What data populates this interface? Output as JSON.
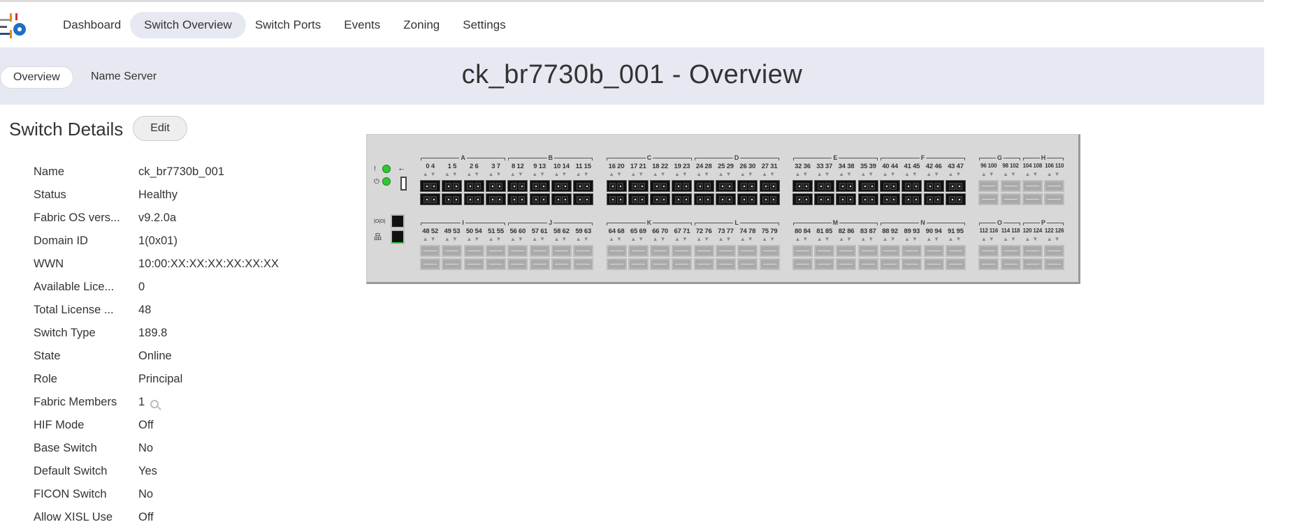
{
  "nav": {
    "items": [
      "Dashboard",
      "Switch Overview",
      "Switch Ports",
      "Events",
      "Zoning",
      "Settings"
    ],
    "active": 1
  },
  "subtabs": [
    "Overview",
    "Name Server"
  ],
  "page_title": "ck_br7730b_001 - Overview",
  "details": {
    "title": "Switch Details",
    "edit_label": "Edit",
    "rows": [
      [
        "Name",
        "ck_br7730b_001"
      ],
      [
        "Status",
        "Healthy"
      ],
      [
        "Fabric OS vers...",
        "v9.2.0a"
      ],
      [
        "Domain ID",
        "1(0x01)"
      ],
      [
        "WWN",
        "10:00:XX:XX:XX:XX:XX:XX"
      ],
      [
        "Available Lice...",
        "0"
      ],
      [
        "Total License ...",
        "48"
      ],
      [
        "Switch Type",
        "189.8"
      ],
      [
        "State",
        "Online"
      ],
      [
        "Role",
        "Principal"
      ],
      [
        "Fabric Members",
        "1"
      ],
      [
        "HIF Mode",
        "Off"
      ],
      [
        "Base Switch",
        "No"
      ],
      [
        "Default Switch",
        "Yes"
      ],
      [
        "FICON Switch",
        "No"
      ],
      [
        "Allow XISL Use",
        "Off"
      ]
    ]
  },
  "colors": {
    "band": "#e6e9f2",
    "led_green": "#35c435",
    "port_active": "#111111",
    "port_inactive": "#aaaaaa"
  },
  "panel": {
    "top": [
      [
        {
          "g": "A",
          "p": [
            "0 4",
            "1 5",
            "2 6",
            "3 7"
          ]
        },
        {
          "g": "B",
          "p": [
            "8 12",
            "9 13",
            "10 14",
            "11 15"
          ]
        }
      ],
      [
        {
          "g": "C",
          "p": [
            "16 20",
            "17 21",
            "18 22",
            "19 23"
          ]
        },
        {
          "g": "D",
          "p": [
            "24 28",
            "25 29",
            "26 30",
            "27 31"
          ]
        }
      ],
      [
        {
          "g": "E",
          "p": [
            "32 36",
            "33 37",
            "34 38",
            "35 39"
          ]
        },
        {
          "g": "F",
          "p": [
            "40 44",
            "41 45",
            "42 46",
            "43 47"
          ]
        }
      ],
      [
        {
          "g": "G",
          "p": [
            "96 100",
            "98 102"
          ],
          "off": true
        },
        {
          "g": "H",
          "p": [
            "104 108",
            "106 110"
          ],
          "off": true
        }
      ]
    ],
    "bottom": [
      [
        {
          "g": "I",
          "p": [
            "48 52",
            "49 53",
            "50 54",
            "51 55"
          ],
          "off": true
        },
        {
          "g": "J",
          "p": [
            "56 60",
            "57 61",
            "58 62",
            "59 63"
          ],
          "off": true
        }
      ],
      [
        {
          "g": "K",
          "p": [
            "64 68",
            "65 69",
            "66 70",
            "67 71"
          ],
          "off": true
        },
        {
          "g": "L",
          "p": [
            "72 76",
            "73 77",
            "74 78",
            "75 79"
          ],
          "off": true
        }
      ],
      [
        {
          "g": "M",
          "p": [
            "80 84",
            "81 85",
            "82 86",
            "83 87"
          ],
          "off": true
        },
        {
          "g": "N",
          "p": [
            "88 92",
            "89 93",
            "90 94",
            "91 95"
          ],
          "off": true
        }
      ],
      [
        {
          "g": "O",
          "p": [
            "112 116",
            "114 118"
          ],
          "off": true
        },
        {
          "g": "P",
          "p": [
            "120 124",
            "122 126"
          ],
          "off": true
        }
      ]
    ]
  }
}
